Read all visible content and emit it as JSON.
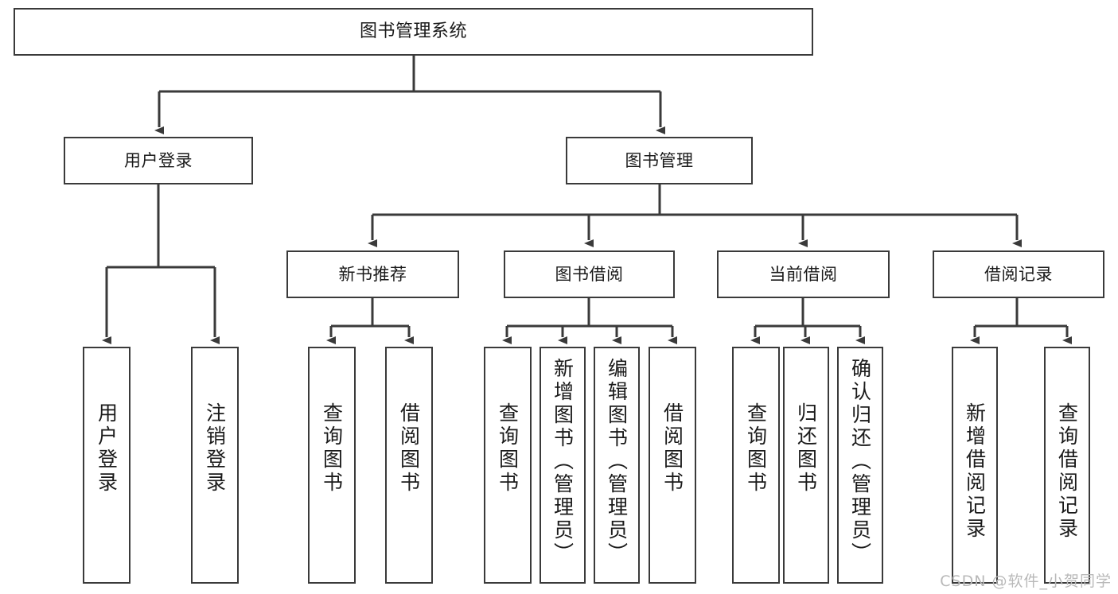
{
  "diagram": {
    "title": "图书管理系统",
    "type": "function-structure-tree",
    "colors": {
      "background": "#ffffff",
      "box_border": "#3a3a3a",
      "box_fill": "#ffffff",
      "text": "#1a1a1a",
      "connector": "#3a3a3a",
      "watermark": "#b9b9b9"
    },
    "root": {
      "label": "图书管理系统"
    },
    "level1": [
      {
        "label": "用户登录"
      },
      {
        "label": "图书管理"
      }
    ],
    "level2": [
      {
        "label": "新书推荐"
      },
      {
        "label": "图书借阅"
      },
      {
        "label": "当前借阅"
      },
      {
        "label": "借阅记录"
      }
    ],
    "leaves": {
      "user_login": [
        {
          "label": "用户登录"
        },
        {
          "label": "注销登录"
        }
      ],
      "new_book_recommend": [
        {
          "label": "查询图书"
        },
        {
          "label": "借阅图书"
        }
      ],
      "book_borrow": [
        {
          "label": "查询图书"
        },
        {
          "label": "新增图书（管理员）"
        },
        {
          "label": "编辑图书（管理员）"
        },
        {
          "label": "借阅图书"
        }
      ],
      "current_borrow": [
        {
          "label": "查询图书"
        },
        {
          "label": "归还图书"
        },
        {
          "label": "确认归还（管理员）"
        }
      ],
      "borrow_record": [
        {
          "label": "新增借阅记录"
        },
        {
          "label": "查询借阅记录"
        }
      ]
    }
  },
  "watermark": {
    "text": "CSDN @软件_小贺同学"
  }
}
